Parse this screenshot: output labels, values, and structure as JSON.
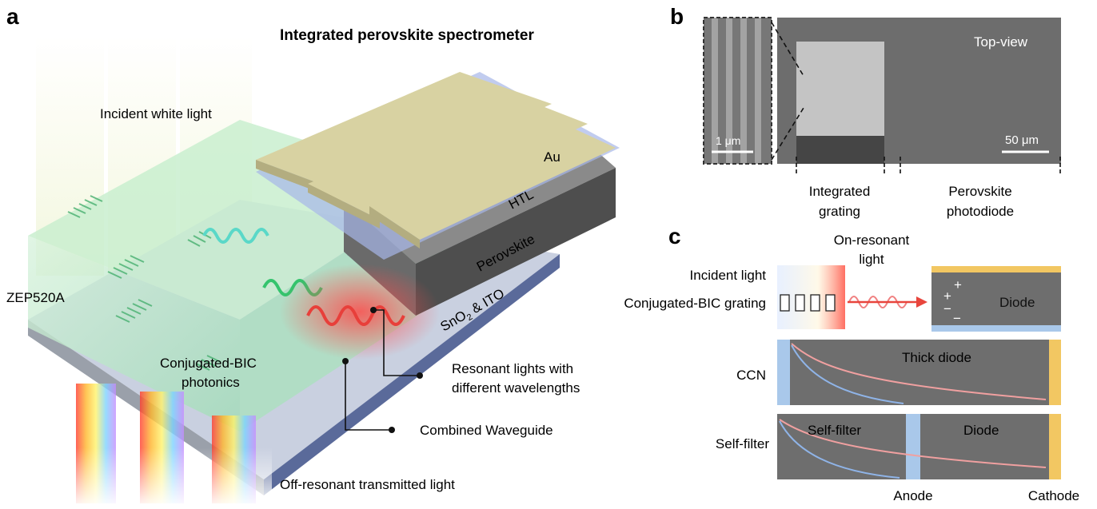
{
  "panel_a": {
    "label": "a",
    "title": "Integrated perovskite spectrometer",
    "incident_label": "Incident white light",
    "zep_label": "ZEP520A",
    "photonics_label_line1": "Conjugated-BIC",
    "photonics_label_line2": "photonics",
    "au_label": "Au",
    "htl_label": "HTL",
    "perovskite_label": "Perovskite",
    "sno2_label_a": "SnO",
    "sno2_label_sub": "2",
    "sno2_label_b": " & ITO",
    "resonant_line1": "Resonant lights with",
    "resonant_line2": "different wavelengths",
    "waveguide_label": "Combined Waveguide",
    "offres_label": "Off-resonant transmitted light"
  },
  "panel_b": {
    "label": "b",
    "topview_label": "Top-view",
    "scale_inset": "1 μm",
    "scale_main": "50 μm",
    "grating_line1": "Integrated",
    "grating_line2": "grating",
    "photodiode_line1": "Perovskite",
    "photodiode_line2": "photodiode"
  },
  "panel_c": {
    "label": "c",
    "onres_line1": "On-resonant",
    "onres_line2": "light",
    "incident_label": "Incident light",
    "grating_label": "Conjugated-BIC grating",
    "diode_label": "Diode",
    "plus1": "+",
    "plus2": "+",
    "minus1": "−",
    "minus2": "−",
    "ccn_label": "CCN",
    "thick_diode_label": "Thick diode",
    "selffilter_row_label": "Self-filter",
    "selffilter_region_label": "Self-filter",
    "diode2_label": "Diode",
    "anode_label": "Anode",
    "cathode_label": "Cathode"
  },
  "colors": {
    "gold": "#d8d2a2",
    "diode_gray": "#6e6e6e",
    "electrode_yellow": "#f2c762",
    "electrode_blue": "#a9c8ea",
    "red_light": "#e8453c",
    "green_light": "#3cc47a"
  }
}
